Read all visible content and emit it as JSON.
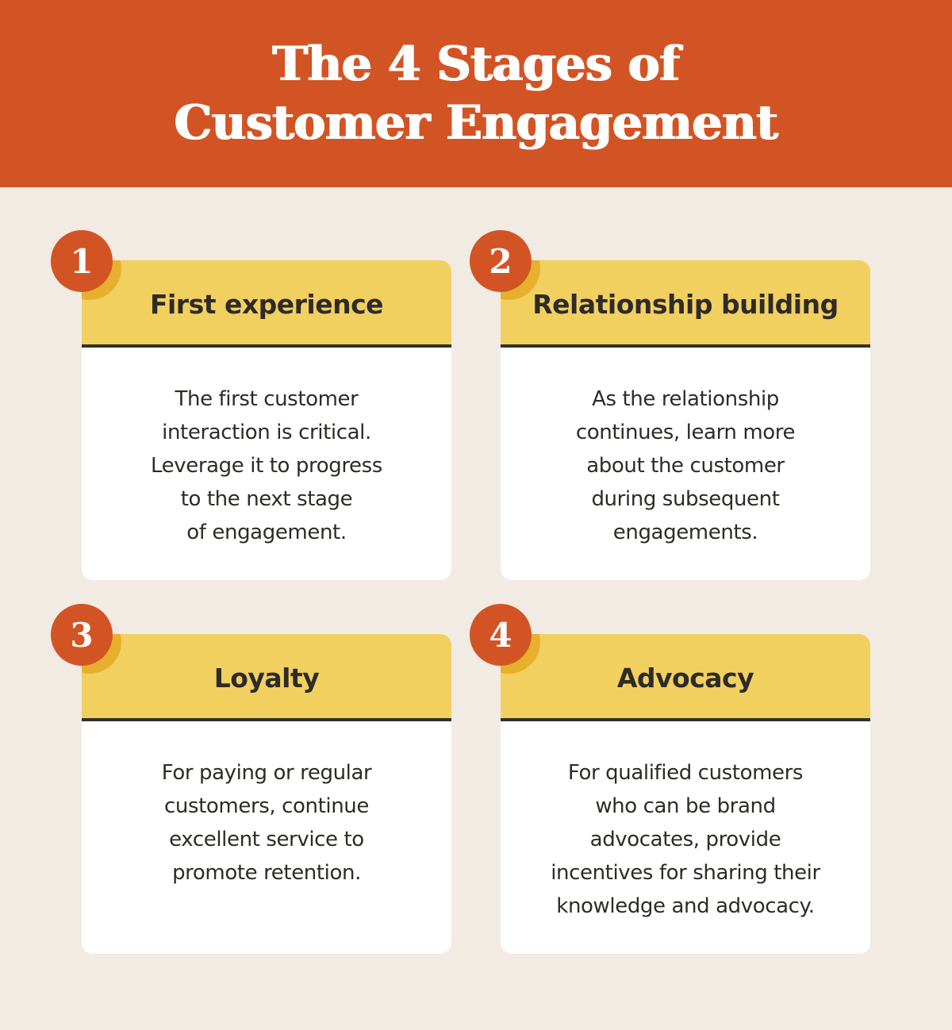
{
  "title": {
    "line1": "The 4 Stages of",
    "line2": "Customer Engagement"
  },
  "colors": {
    "banner": "#D25424",
    "background": "#F1EBE4",
    "header_yellow": "#F2D060",
    "badge_shadow": "#E7B02C",
    "text_dark": "#2E2B27"
  },
  "stages": [
    {
      "number": "1",
      "title": "First experience",
      "description": "The first customer\ninteraction is critical.\nLeverage it to progress\nto the next stage\nof engagement."
    },
    {
      "number": "2",
      "title": "Relationship building",
      "description": "As the relationship\ncontinues, learn more\nabout the customer\nduring subsequent\nengagements."
    },
    {
      "number": "3",
      "title": "Loyalty",
      "description": "For paying or regular\ncustomers, continue\nexcellent service to\npromote retention."
    },
    {
      "number": "4",
      "title": "Advocacy",
      "description": "For qualified customers\nwho can be brand\nadvocates, provide\nincentives for sharing their\nknowledge and advocacy."
    }
  ]
}
